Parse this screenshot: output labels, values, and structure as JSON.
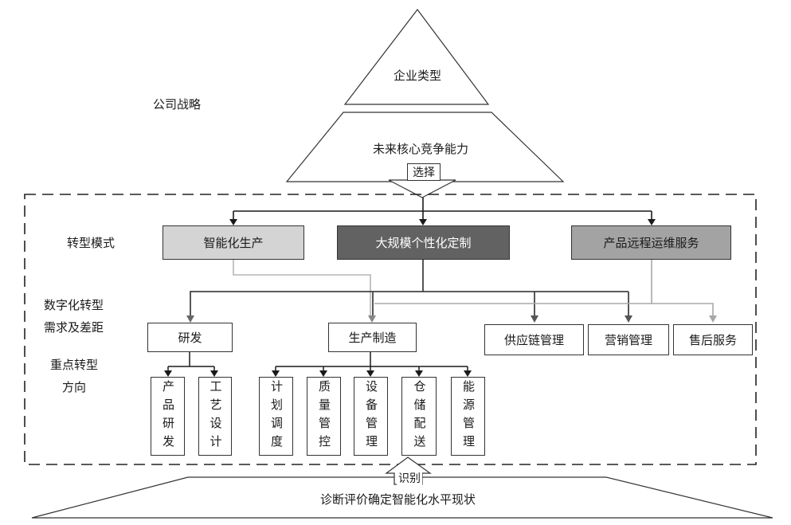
{
  "pyramid": {
    "top_label": "企业类型",
    "middle_label": "未来核心竞争能力",
    "select_label": "选择"
  },
  "side_labels": {
    "strategy": "公司战略",
    "mode": "转型模式",
    "needs_line1": "数字化转型",
    "needs_line2": "需求及差距",
    "focus_line1": "重点转型",
    "focus_line2": "方向"
  },
  "modes": [
    {
      "label": "智能化生产",
      "color": "#d4d4d4",
      "text_color": "#1a1a1a"
    },
    {
      "label": "大规模个性化定制",
      "color": "#626262",
      "text_color": "#ffffff"
    },
    {
      "label": "产品远程运维服务",
      "color": "#a3a3a3",
      "text_color": "#1a1a1a"
    }
  ],
  "areas": [
    "研发",
    "生产制造",
    "供应链管理",
    "营销管理",
    "售后服务"
  ],
  "rnd_items": [
    "产品研发",
    "工艺设计"
  ],
  "production_items": [
    "计划调度",
    "质量管控",
    "设备管理",
    "仓储配送",
    "能源管理"
  ],
  "bottom": {
    "identify_label": "识别",
    "diagnosis_label": "诊断评价确定智能化水平现状"
  },
  "colors": {
    "dark_line": "#444444",
    "light_line": "#b5b5b5",
    "mid_line": "#8a8a8a"
  }
}
